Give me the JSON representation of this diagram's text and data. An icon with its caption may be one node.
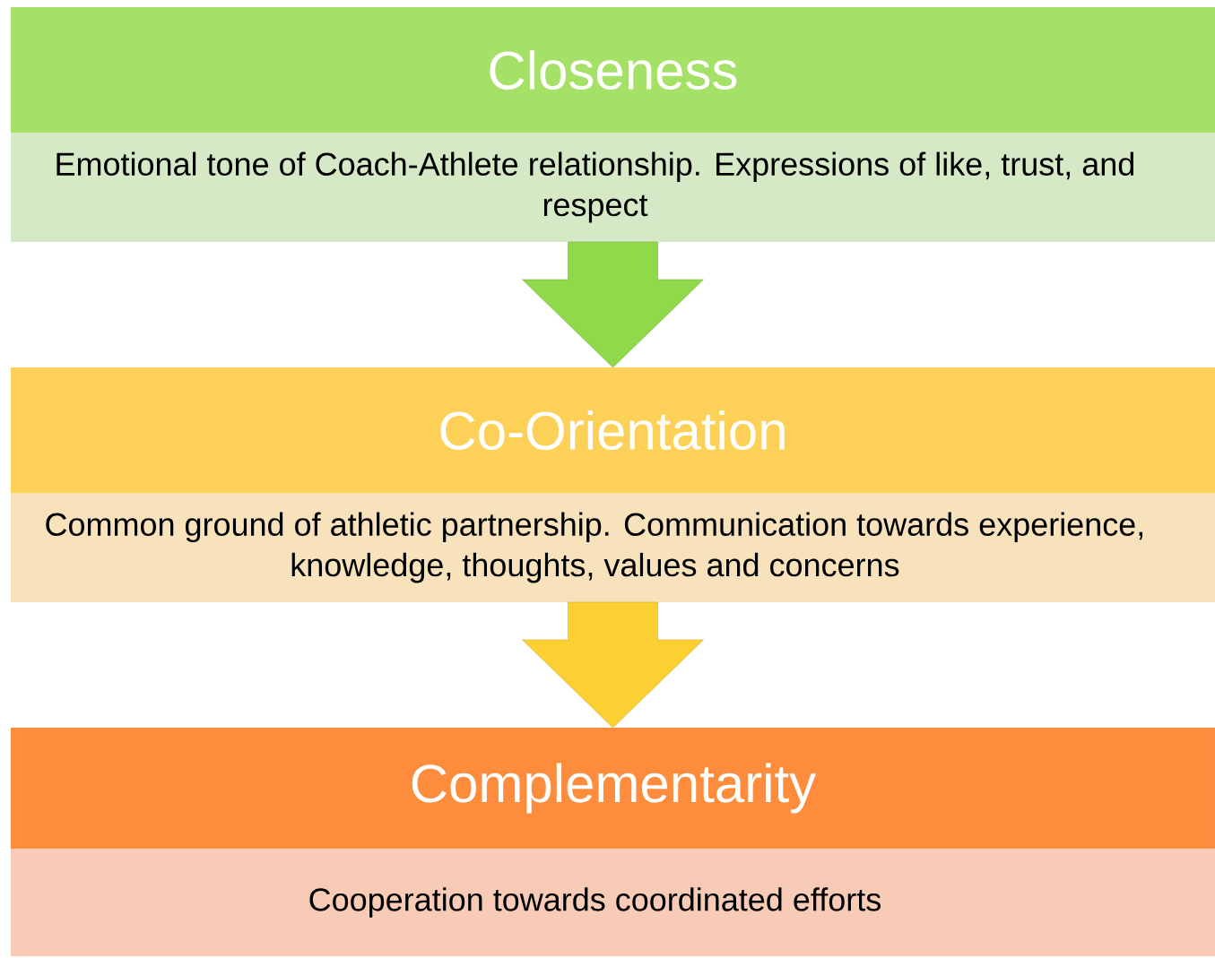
{
  "diagram": {
    "nodes": [
      {
        "text": [
          "Closeness",
          "Emotional tone of Coach-Athlete relationship. Expressions of like, trust, and respect"
        ]
      },
      {
        "text": [
          "Co-Orientation",
          "Common ground of athletic partnership. Communication towards experience, knowledge, thoughts, values and concerns"
        ]
      },
      {
        "text": [
          "Complementarity",
          "Cooperation towards coordinated efforts"
        ]
      }
    ],
    "edges": [
      {
        "from": 0,
        "to": 1,
        "arrow": "to",
        "color": "#8fd94a"
      },
      {
        "from": 1,
        "to": 2,
        "arrow": "to",
        "color": "#fccf32"
      }
    ]
  }
}
